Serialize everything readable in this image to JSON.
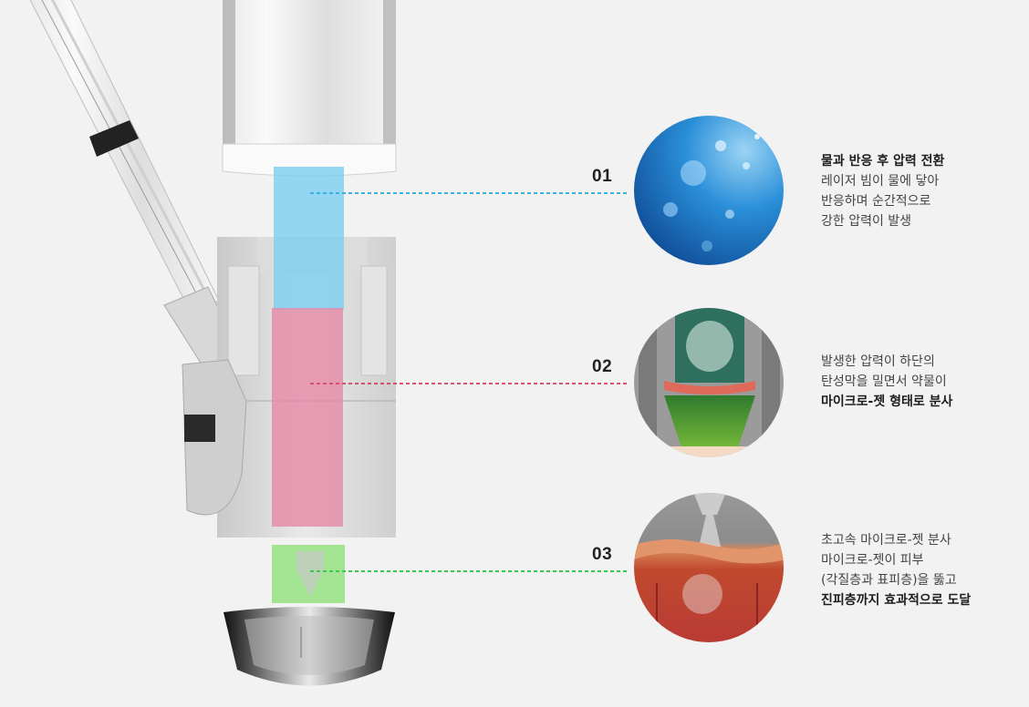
{
  "steps": [
    {
      "number": "01",
      "lines": [
        "물과 반응 후 압력 전환",
        "레이저 빔이 물에 닿아",
        "반응하며 순간적으로",
        "강한 압력이 발생"
      ],
      "bold_lines": [
        0
      ],
      "color": "#3fb3e6"
    },
    {
      "number": "02",
      "lines": [
        "발생한 압력이 하단의",
        "탄성막을 밀면서 약물이",
        "마이크로-젯 형태로 분사"
      ],
      "bold_lines": [
        2
      ],
      "color": "#d6506e"
    },
    {
      "number": "03",
      "lines": [
        "초고속 마이크로-젯 분사",
        "마이크로-젯이 피부",
        "(각질층과 표피층)을 뚫고",
        "진피층까지 효과적으로 도달"
      ],
      "bold_lines": [
        3
      ],
      "color": "#37c94e"
    }
  ]
}
